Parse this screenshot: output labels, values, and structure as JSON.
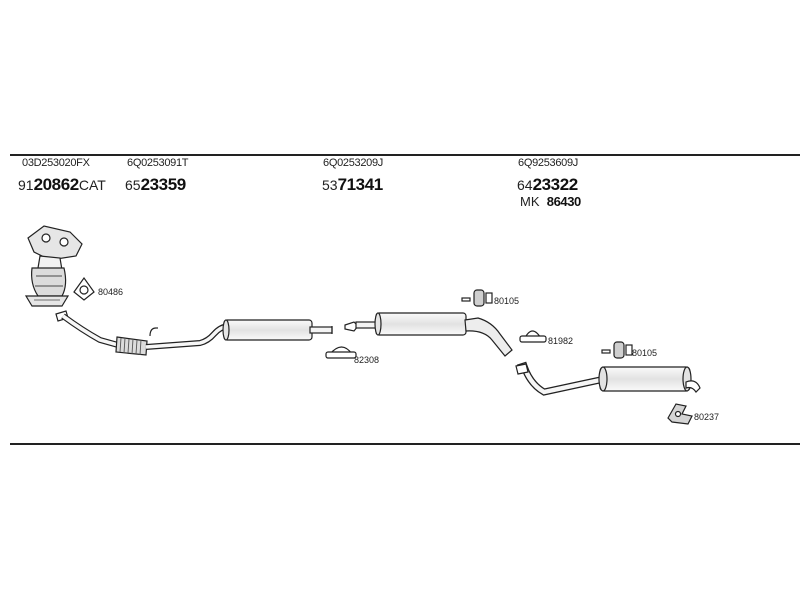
{
  "sections": [
    {
      "oem": "03D253020FX",
      "code_prefix": "91",
      "code_bold": "20862",
      "code_suffix": "CAT"
    },
    {
      "oem": "6Q0253091T",
      "code_prefix": "65",
      "code_bold": "23359",
      "code_suffix": ""
    },
    {
      "oem": "6Q0253209J",
      "code_prefix": "53",
      "code_bold": "71341",
      "code_suffix": ""
    },
    {
      "oem": "6Q9253609J",
      "code_prefix": "64",
      "code_bold": "23322",
      "code_suffix": "",
      "kit_prefix": "MK",
      "kit_code": "86430"
    }
  ],
  "parts": {
    "gasket_1": "80486",
    "clamp_1": "82308",
    "hanger_1": "80105",
    "clamp_2": "81982",
    "hanger_2": "80105",
    "bracket_1": "80237"
  },
  "colors": {
    "line": "#222222",
    "fill": "#f2f2f2",
    "shade": "#bdbdbd"
  }
}
